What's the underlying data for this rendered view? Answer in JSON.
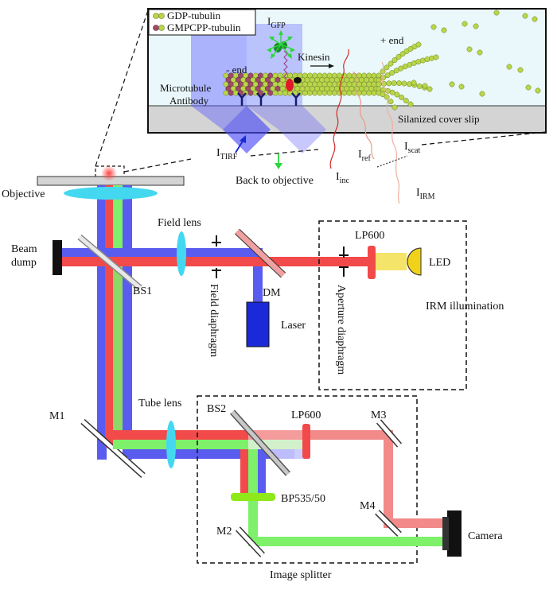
{
  "inset": {
    "legend_gdp": "GDP-tubulin",
    "legend_gmpcpp": "GMPCPP-tubulin",
    "i_gfp_main": "I",
    "i_gfp_sub": "GFP",
    "kinesin": "Kinesin",
    "minus_end": "- end",
    "plus_end": "+ end",
    "microtubule": "Microtubule",
    "antibody": "Antibody",
    "cover_slip": "Silanized cover slip"
  },
  "below_inset": {
    "i_tirf_main": "I",
    "i_tirf_sub": "TIRF",
    "back_to_objective": "Back to objective",
    "i_inc_main": "I",
    "i_inc_sub": "inc",
    "i_ref_main": "I",
    "i_ref_sub": "ref",
    "i_scat_main": "I",
    "i_scat_sub": "scat",
    "i_irm_main": "I",
    "i_irm_sub": "IRM"
  },
  "optics": {
    "objective": "Objective",
    "beam_dump_1": "Beam",
    "beam_dump_2": "dump",
    "bs1": "BS1",
    "field_lens": "Field lens",
    "field_diaphragm": "Field diaphragm",
    "dm": "DM",
    "laser": "Laser",
    "lp600_top": "LP600",
    "led": "LED",
    "aperture_diaphragm": "Aperture diaphragm",
    "irm_illumination": "IRM illumination",
    "m1": "M1",
    "tube_lens": "Tube lens",
    "bs2": "BS2",
    "lp600_bottom": "LP600",
    "m3": "M3",
    "bp": "BP535/50",
    "m4": "M4",
    "m2": "M2",
    "camera": "Camera",
    "image_splitter": "Image splitter"
  },
  "colors": {
    "laser_blue": "#5a5cf0",
    "led_red": "#f24a4a",
    "fluor_green": "#7ef06a",
    "lens_cyan": "#44d8f0",
    "cover_slip_gray": "#d4d4d4",
    "inset_bg": "#eaf8fb",
    "tubulin_gdp": "#b8d64a",
    "tubulin_gmpcpp": "#a04a6a",
    "laser_box": "#1a2ad8",
    "led_yellow": "#f0d21a",
    "bp_filter": "#8ee81a"
  }
}
